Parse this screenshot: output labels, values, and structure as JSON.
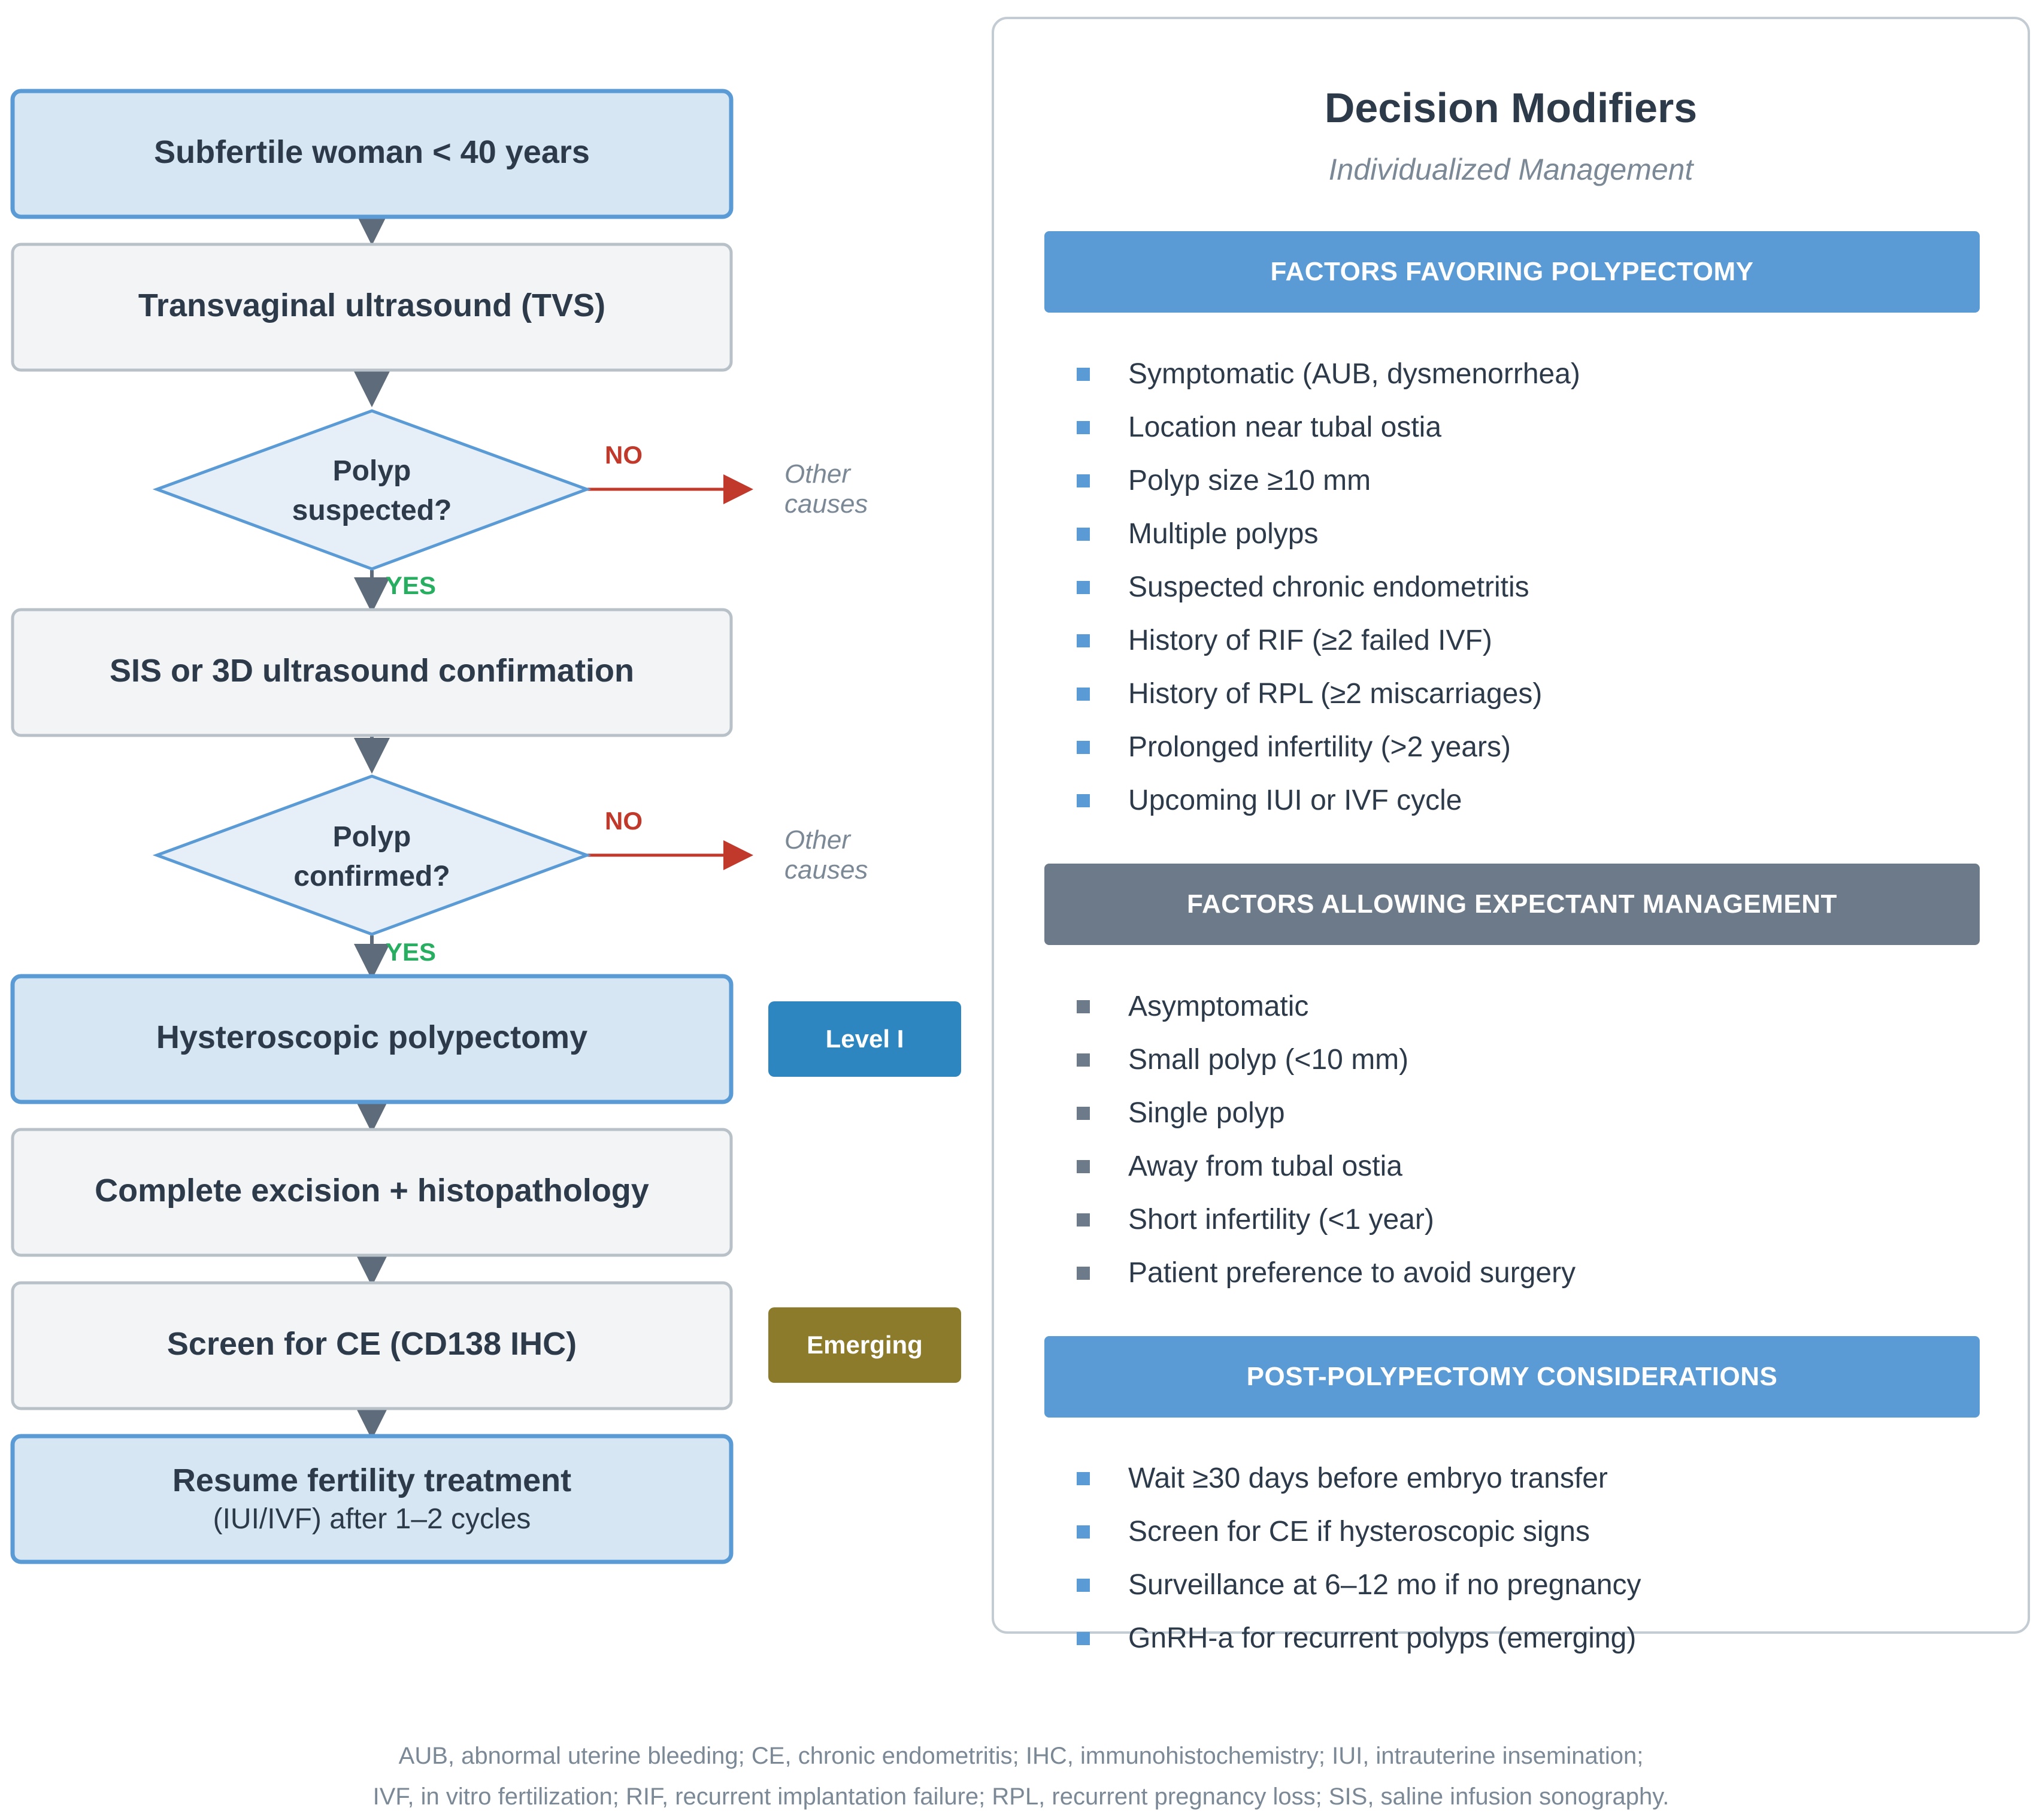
{
  "flowchart": {
    "start": "Subfertile woman < 40 years",
    "tvs": "Transvaginal ultrasound (TVS)",
    "diamond1": [
      "Polyp",
      "suspected?"
    ],
    "confirm": "SIS or 3D ultrasound confirmation",
    "diamond2": [
      "Polyp",
      "confirmed?"
    ],
    "polypectomy": "Hysteroscopic polypectomy",
    "excision": "Complete excision + histopathology",
    "screen": "Screen for CE (CD138 IHC)",
    "resume": "Resume fertility treatment",
    "resume_sub": "(IUI/IVF) after 1–2 cycles",
    "no_label": "NO",
    "yes_label": "YES",
    "other_causes": [
      "Other",
      "causes"
    ],
    "badge_level": "Level I",
    "badge_emerging": "Emerging"
  },
  "colors": {
    "accent_blue": "#5b9bd5",
    "highlight_fill": "#d6e6f2",
    "neutral_fill": "#f2f4f6",
    "neutral_border": "#b8c0c8",
    "diamond_fill": "#e6eef8",
    "no_red": "#c0392b",
    "yes_green": "#27ae60",
    "level_badge": "#2e86c1",
    "emerging_badge": "#8c7b2a",
    "gray_header": "#6c7a89"
  },
  "panel": {
    "title": "Decision Modifiers",
    "subtitle": "Individualized Management",
    "sections": [
      {
        "header": "FACTORS FAVORING POLYPECTOMY",
        "items": [
          "Symptomatic (AUB, dysmenorrhea)",
          "Location near tubal ostia",
          "Polyp size ≥10 mm",
          "Multiple polyps",
          "Suspected chronic endometritis",
          "History of RIF (≥2 failed IVF)",
          "History of RPL (≥2 miscarriages)",
          "Prolonged infertility (>2 years)",
          "Upcoming IUI or IVF cycle"
        ]
      },
      {
        "header": "FACTORS ALLOWING EXPECTANT MANAGEMENT",
        "items": [
          "Asymptomatic",
          "Small polyp (<10 mm)",
          "Single polyp",
          "Away from tubal ostia",
          "Short infertility (<1 year)",
          "Patient preference to avoid surgery"
        ]
      },
      {
        "header": "POST-POLYPECTOMY CONSIDERATIONS",
        "items": [
          "Wait ≥30 days before embryo transfer",
          "Screen for CE if hysteroscopic signs",
          "Surveillance at 6–12 mo if no pregnancy",
          "GnRH-a for recurrent polyps (emerging)"
        ]
      }
    ]
  },
  "footnote": [
    "AUB, abnormal uterine bleeding; CE, chronic endometritis; IHC, immunohistochemistry; IUI, intrauterine insemination;",
    "IVF, in vitro fertilization; RIF, recurrent implantation failure; RPL, recurrent pregnancy loss; SIS, saline infusion sonography."
  ]
}
